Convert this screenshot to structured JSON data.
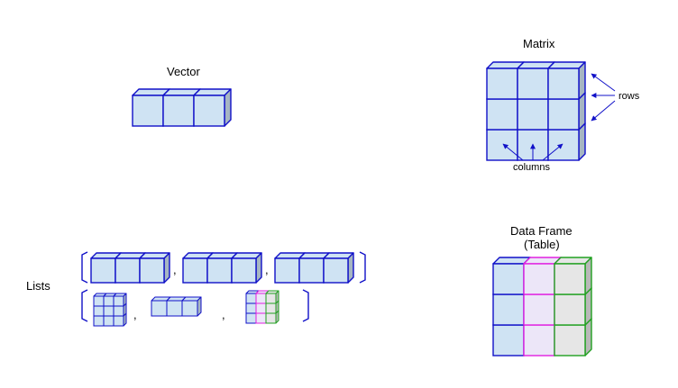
{
  "vector": {
    "title": "Vector"
  },
  "matrix": {
    "title": "Matrix",
    "rows_label": "rows",
    "columns_label": "columns"
  },
  "lists": {
    "label": "Lists",
    "separator": ","
  },
  "data_frame": {
    "title_line1": "Data Frame",
    "title_line2": "(Table)"
  },
  "colors": {
    "cube_edge": "#1010c8",
    "cube_face_blue": "#cfe3f3",
    "cube_face_pink": "#ece6f8",
    "cube_edge_pink": "#e020e0",
    "cube_face_gray": "#e6e6e6",
    "cube_edge_green": "#20a020",
    "arrow": "#1010c8",
    "bracket": "#1010c8"
  }
}
